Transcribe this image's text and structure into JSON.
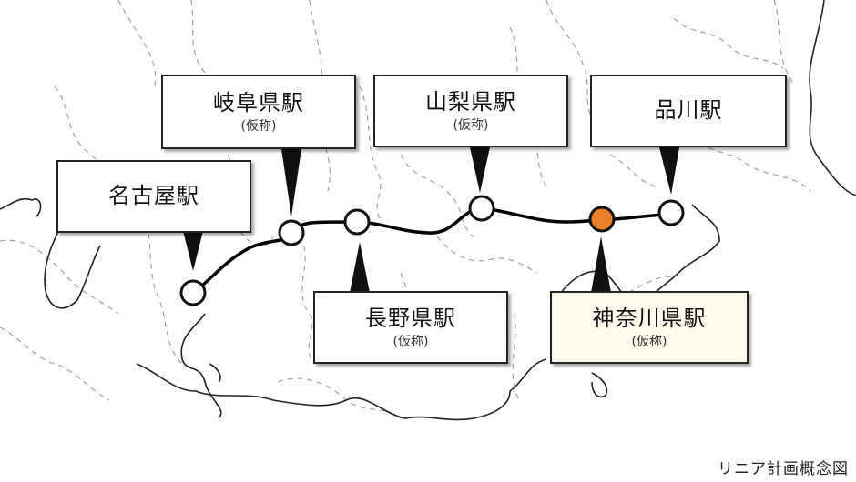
{
  "stations": [
    {
      "name": "名古屋駅",
      "sub": ""
    },
    {
      "name": "岐阜県駅",
      "sub": "(仮称)"
    },
    {
      "name": "長野県駅",
      "sub": "(仮称)"
    },
    {
      "name": "山梨県駅",
      "sub": "(仮称)"
    },
    {
      "name": "神奈川県駅",
      "sub": "(仮称)"
    },
    {
      "name": "品川駅",
      "sub": ""
    }
  ],
  "caption": "リニア計画概念図",
  "colors": {
    "route": "#000000",
    "station_fill": "#ffffff",
    "highlight_station": "#e8802a",
    "highlight_box": "#fdfaea",
    "border_lines": "#999999",
    "coast": "#222222"
  }
}
